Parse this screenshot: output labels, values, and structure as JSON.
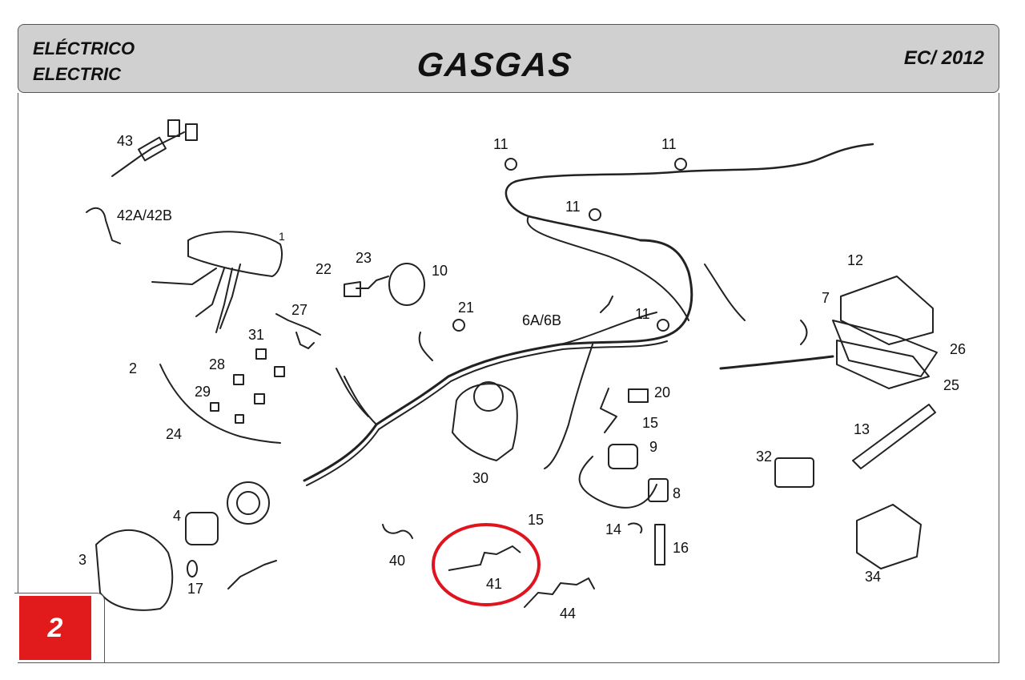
{
  "header": {
    "title_es": "ELÉCTRICO",
    "title_en": "ELECTRIC",
    "brand": "GASGAS",
    "model": "EC/ 2012"
  },
  "page_number": "2",
  "highlight_color": "#e0141e",
  "badge_color": "#e11b1b",
  "part_labels": {
    "p43": "43",
    "p42": "42A/42B",
    "p1": "1",
    "p2": "2",
    "p24": "24",
    "p28": "28",
    "p29": "29",
    "p31": "31",
    "p27": "27",
    "p22": "22",
    "p23": "23",
    "p10": "10",
    "p21": "21",
    "p6": "6A/6B",
    "p11a": "11",
    "p11b": "11",
    "p11c": "11",
    "p11d": "11",
    "p12": "12",
    "p7": "7",
    "p26": "26",
    "p25": "25",
    "p20": "20",
    "p15a": "15",
    "p15b": "15",
    "p9": "9",
    "p8": "8",
    "p30": "30",
    "p4": "4",
    "p3": "3",
    "p17": "17",
    "p40": "40",
    "p41": "41",
    "p44": "44",
    "p14": "14",
    "p16": "16",
    "p13": "13",
    "p32": "32",
    "p34": "34"
  }
}
